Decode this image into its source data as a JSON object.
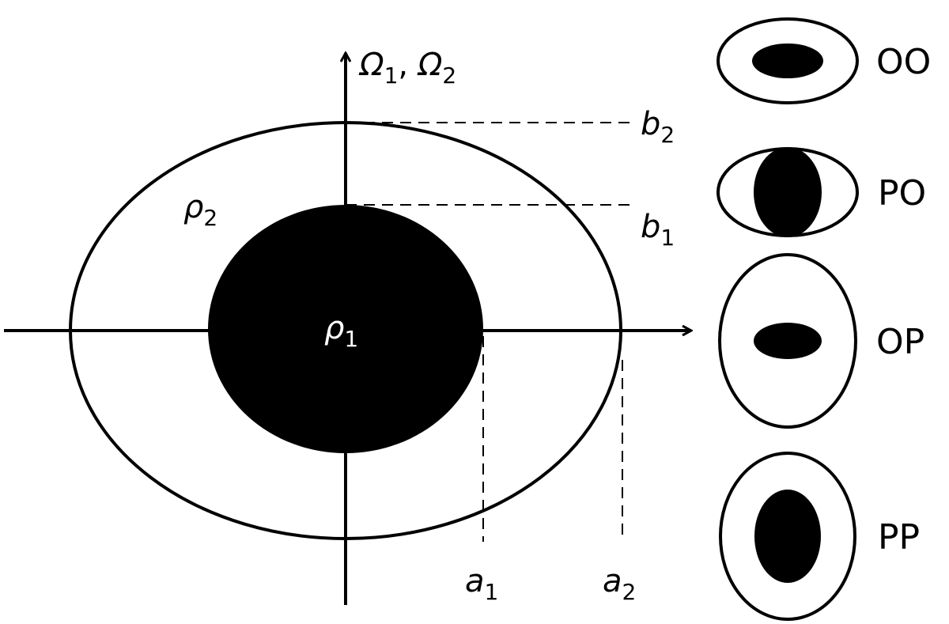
{
  "axes": {
    "vertical_label": {
      "sym1": "Ω",
      "sub1": "1",
      "sep": ", ",
      "sym2": "Ω",
      "sub2": "2"
    }
  },
  "labels": {
    "b2": {
      "sym": "b",
      "sub": "2"
    },
    "b1": {
      "sym": "b",
      "sub": "1"
    },
    "a1": {
      "sym": "a",
      "sub": "1"
    },
    "a2": {
      "sym": "a",
      "sub": "2"
    },
    "rho2": {
      "sym": "ρ",
      "sub": "2"
    },
    "rho1": {
      "sym": "ρ",
      "sub": "1"
    }
  },
  "configurations": [
    {
      "label": "OO"
    },
    {
      "label": "PO"
    },
    {
      "label": "OP"
    },
    {
      "label": "PP"
    }
  ],
  "colors": {
    "ink": "#000000",
    "background": "#ffffff"
  }
}
